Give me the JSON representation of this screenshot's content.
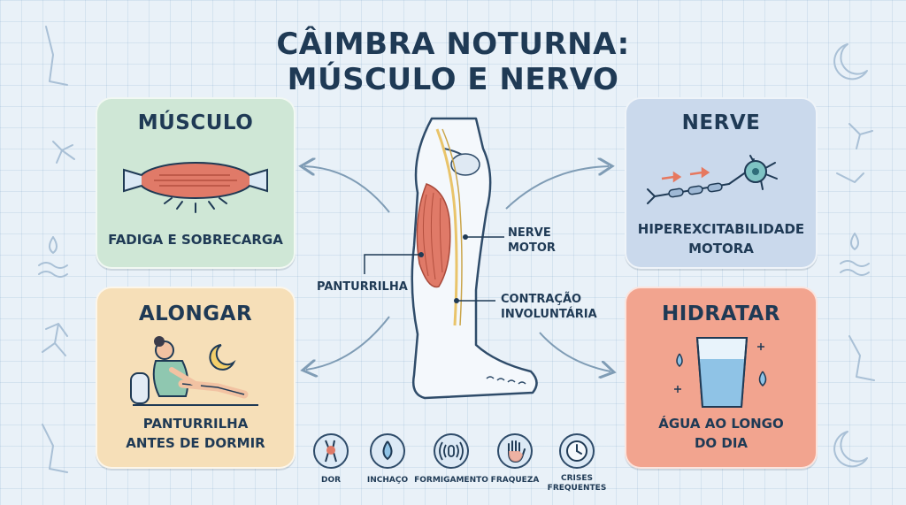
{
  "title": {
    "line1": "CÂIMBRA NOTURNA:",
    "line2": "MÚSCULO E NERVO"
  },
  "cards": {
    "musculo": {
      "heading": "MÚSCULO",
      "caption": "FADIGA E SOBRECARGA"
    },
    "nerve": {
      "heading": "NERVE",
      "caption_line1": "HIPEREXCITABILIDADE",
      "caption_line2": "MOTORA"
    },
    "alongar": {
      "heading": "ALONGAR",
      "caption_line1": "PANTURRILHA",
      "caption_line2": "ANTES DE DORMIR"
    },
    "hidratar": {
      "heading": "HIDRATAR",
      "caption_line1": "ÁGUA AO LONGO",
      "caption_line2": "DO DIA"
    }
  },
  "leg_labels": {
    "nerve_line1": "NERVE",
    "nerve_line2": "MOTOR",
    "panturrilha": "PANTURRILHA",
    "contracao_line1": "CONTRAÇÃO",
    "contracao_line2": "INVOLUNTÁRIA"
  },
  "symptoms": [
    {
      "label": "DOR",
      "icon": "pain-joint-icon"
    },
    {
      "label": "INCHAÇO",
      "icon": "water-drop-icon"
    },
    {
      "label": "FORMIGAMENTO",
      "icon": "vibration-icon"
    },
    {
      "label": "FRAQUEZA",
      "icon": "hand-icon"
    },
    {
      "label_line1": "CRISES",
      "label_line2": "FREQUENTES",
      "icon": "clock-icon"
    }
  ],
  "colors": {
    "navy": "#1f3a55",
    "muscle": "#e07a68",
    "nerve": "#e9c46a",
    "musculo_card": "#cfe7d6",
    "nerve_card": "#cad9ec",
    "alongar_card": "#f6dfb8",
    "hidratar_card": "#f2a48f"
  }
}
